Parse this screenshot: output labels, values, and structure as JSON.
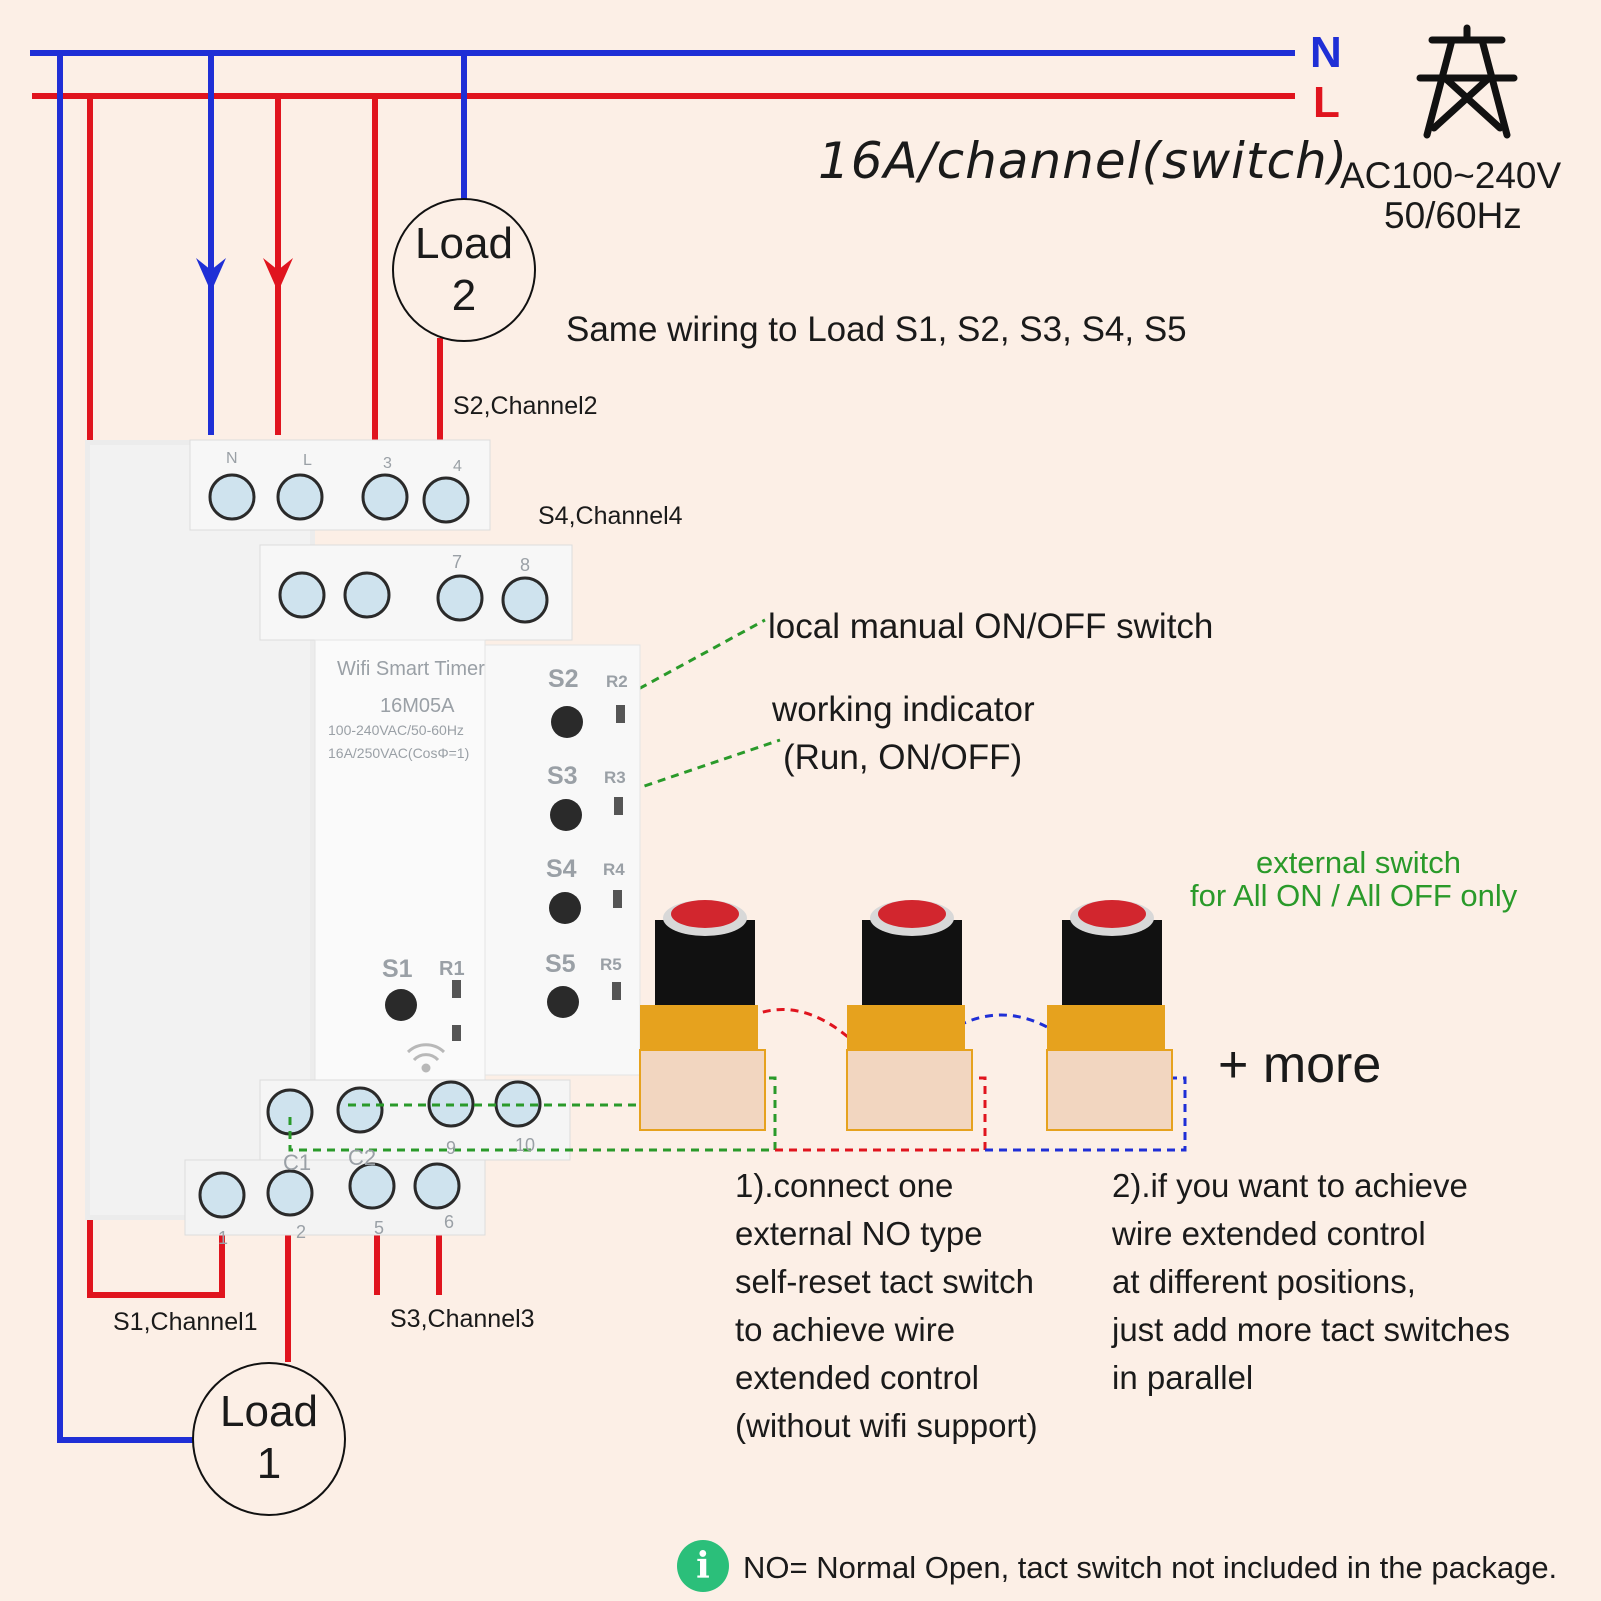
{
  "supply": {
    "neutral_label": "N",
    "live_label": "L",
    "voltage": "AC100~240V",
    "frequency": "50/60Hz",
    "rating": "16A/channel(switch)",
    "icon": "power-pylon-icon"
  },
  "loads": {
    "load1": [
      "Load",
      "1"
    ],
    "load2": [
      "Load",
      "2"
    ]
  },
  "channels": {
    "ch1": "S1,Channel1",
    "ch2": "S2,Channel2",
    "ch3": "S3,Channel3",
    "ch4": "S4,Channel4"
  },
  "same_wiring": "Same wiring to Load S1, S2, S3, S4, S5",
  "callouts": {
    "manual_switch": "local manual ON/OFF switch",
    "indicator_line1": "working indicator",
    "indicator_line2": "(Run, ON/OFF)"
  },
  "external_switch": [
    "external switch",
    "for All ON / All OFF only"
  ],
  "more": "+ more",
  "step1": [
    "1).connect one",
    "external NO type",
    "self-reset tact switch",
    "to achieve wire",
    "extended control",
    "(without wifi support)"
  ],
  "step2": [
    "2).if you want to achieve",
    "wire extended control",
    "at different positions,",
    "just add more tact switches",
    "in parallel"
  ],
  "note": "NO= Normal Open, tact switch not included in the package.",
  "device": {
    "name": "Wifi Smart Timer",
    "model": "16M05A",
    "spec1": "100-240VAC/50-60Hz",
    "spec2": "16A/250VAC(CosΦ=1)",
    "buttons": [
      "S1",
      "S2",
      "S3",
      "S4",
      "S5"
    ],
    "leds": [
      "R1",
      "R2",
      "R3",
      "R4",
      "R5"
    ],
    "terminals_top": [
      "N",
      "L",
      "3",
      "4"
    ],
    "terminals_mid": [
      "7",
      "8"
    ],
    "terminals_bottom": [
      "9",
      "10",
      "C1",
      "C2"
    ],
    "terminals_base": [
      "1",
      "2",
      "5",
      "6"
    ]
  },
  "colors": {
    "neutral": "#1f2fd6",
    "live": "#e0141e",
    "green_link": "#2a9a2a",
    "background": "#fcefe6"
  }
}
